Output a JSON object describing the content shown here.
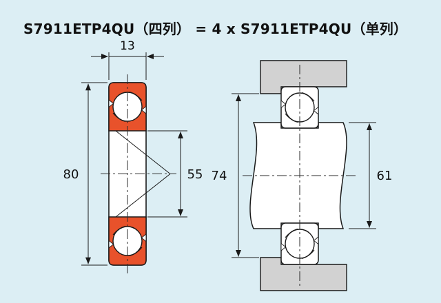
{
  "title": "S7911ETP4QU（四列） = 4 x S7911ETP4QU（单列）",
  "left_view": {
    "dim_width": "13",
    "dim_outer_diameter": "80",
    "dim_bore": "55"
  },
  "right_view": {
    "dim_housing_shoulder": "74",
    "dim_shaft_shoulder": "61"
  },
  "colors": {
    "background": "#dceef4",
    "race_fill": "#e8522b",
    "housing_fill": "#d2d2d2",
    "line": "#1a1a1a"
  }
}
